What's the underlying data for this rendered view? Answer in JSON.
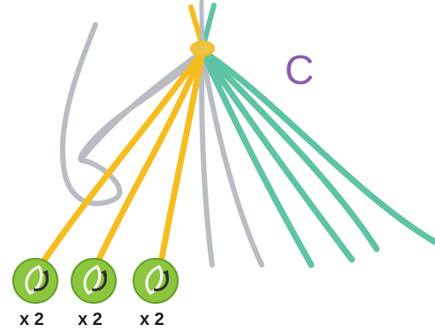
{
  "panel_label": "C",
  "multipliers": [
    "x 2",
    "x 2",
    "x 2"
  ],
  "icons": [
    "sprouting-seed-icon",
    "sprouting-seed-icon",
    "sprouting-seed-icon"
  ],
  "colors": {
    "panel_letter": "#8a5bb0",
    "gray_strand": "#b9bcc2",
    "yellow_strand": "#f5bd1f",
    "teal_strand": "#5fc3a6",
    "knot": "#e8c545",
    "seed_fill": "#8cc63f",
    "seed_ring": "#5f9f27",
    "seed_glyph": "#ffffff",
    "seed_arrow": "#2c2c2c",
    "multiplier_text": "#1a1a1a"
  }
}
